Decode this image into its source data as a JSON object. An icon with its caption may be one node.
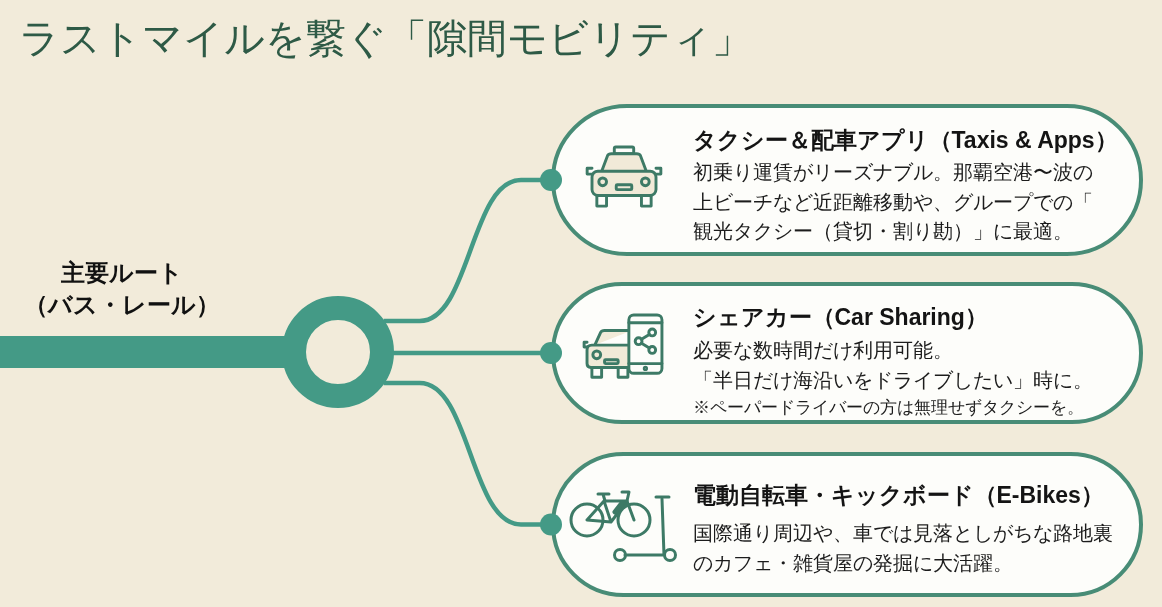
{
  "diagram": {
    "title": "ラストマイルを繋ぐ「隙間モビリティ」",
    "nodes": [
      {
        "text": [],
        "shape": "circle"
      },
      {
        "text": [
          "タクシー＆配車アプリ（Taxis & Apps）",
          "初乗り運賃がリーズナブル。那覇空港〜波の上ビーチなど近距離移動や、グループでの「観光タクシー（貸切・割り勘）」に最適。"
        ]
      },
      {
        "text": [
          "シェアカー（Car Sharing）",
          "必要な数時間だけ利用可能。",
          "「半日だけ海沿いをドライブしたい」時に。",
          "※ペーパードライバーの方は無理せずタクシーを。"
        ]
      },
      {
        "text": [
          "電動自転車・キックボード（E-Bikes）",
          "国際通り周辺や、車では見落としがちな路地裏のカフェ・雑貨屋の発掘に大活躍。"
        ]
      }
    ],
    "edges": [
      {
        "from": null,
        "to": 0,
        "arrow": "none",
        "style": "thick",
        "label": "主要ルート（バス・レール）"
      },
      {
        "from": 0,
        "to": 1,
        "arrow": "other"
      },
      {
        "from": 0,
        "to": 2,
        "arrow": "other"
      },
      {
        "from": 0,
        "to": 3,
        "arrow": "other"
      }
    ]
  }
}
